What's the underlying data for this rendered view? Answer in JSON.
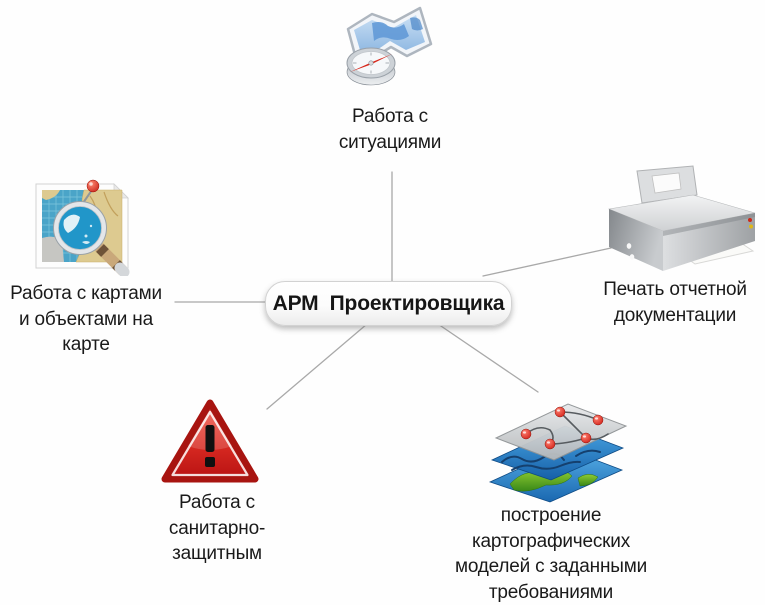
{
  "center_node": {
    "label": "АРМ  Проектировщика"
  },
  "branches": [
    {
      "id": "situations",
      "icon": "map-compass-icon",
      "label": "Работа с\nситуациями",
      "position": "top"
    },
    {
      "id": "maps-objects",
      "icon": "map-magnifier-icon",
      "label": "Работа с картами\nи объектами на\nкарте",
      "position": "left"
    },
    {
      "id": "print-docs",
      "icon": "printer-icon",
      "label": "Печать отчетной\nдокументации",
      "position": "right"
    },
    {
      "id": "sanitary-zone",
      "icon": "warning-triangle-icon",
      "label": "Работа с\nсанитарно-\nзащитным",
      "position": "bottom-left"
    },
    {
      "id": "map-models",
      "icon": "map-layers-icon",
      "label": "построение\nкартографических\nмоделей с заданными\nтребованиями",
      "position": "bottom-right"
    }
  ],
  "colors": {
    "background": "#fefefe",
    "connector_line": "#a9a9a9",
    "node_border": "#d2d2d2",
    "node_background": "#ffffff",
    "label_text": "#1a1a1a",
    "warning_red": "#c41a12",
    "map_blue": "#4aa4c8",
    "layer_blue": "#2a7cc4"
  }
}
